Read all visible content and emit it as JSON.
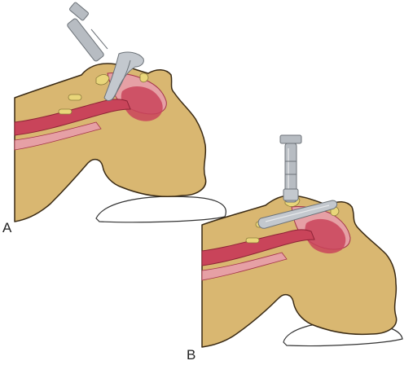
{
  "figure": {
    "panels": [
      {
        "id": "A",
        "label": "A"
      },
      {
        "id": "B",
        "label": "B"
      }
    ]
  },
  "colors": {
    "skin": "#d9b771",
    "skin_outline": "#3a2a14",
    "airway": "#c9445a",
    "airway_light": "#e6a0a5",
    "tissue": "#e9d67a",
    "metal": "#b7bcc2",
    "metal_dark": "#6c7278"
  }
}
